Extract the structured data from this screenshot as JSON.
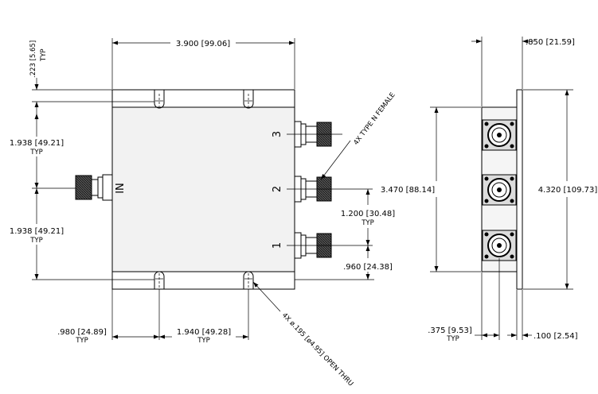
{
  "dimensions": {
    "overall_width": ".850 [21.59]",
    "body_length": "3.900 [99.06]",
    "mount_offset": ".223 [5.65]",
    "mount_offset_typ": "TYP",
    "upper_port_spacing": "1.938 [49.21]",
    "upper_port_spacing_typ": "TYP",
    "lower_port_spacing": "1.938 [49.21]",
    "lower_port_spacing_typ": "TYP",
    "port_pitch": "1.200 [30.48]",
    "port_pitch_typ": "TYP",
    "port_edge": ".960 [24.38]",
    "connector_span": "3.470 [88.14]",
    "overall_height": "4.320 [109.73]",
    "hole_edge": ".980 [24.89]",
    "hole_edge_typ": "TYP",
    "hole_spacing": "1.940 [49.28]",
    "hole_spacing_typ": "TYP",
    "flange_offset": ".375 [9.53]",
    "flange_offset_typ": "TYP",
    "flange_thickness": ".100 [2.54]"
  },
  "notes": {
    "connectors": "4X TYPE N FEMALE",
    "holes": "4X ø.195 [ø4.95] OPEN THRU"
  },
  "ports": {
    "input": "IN",
    "out1": "1",
    "out2": "2",
    "out3": "3"
  }
}
